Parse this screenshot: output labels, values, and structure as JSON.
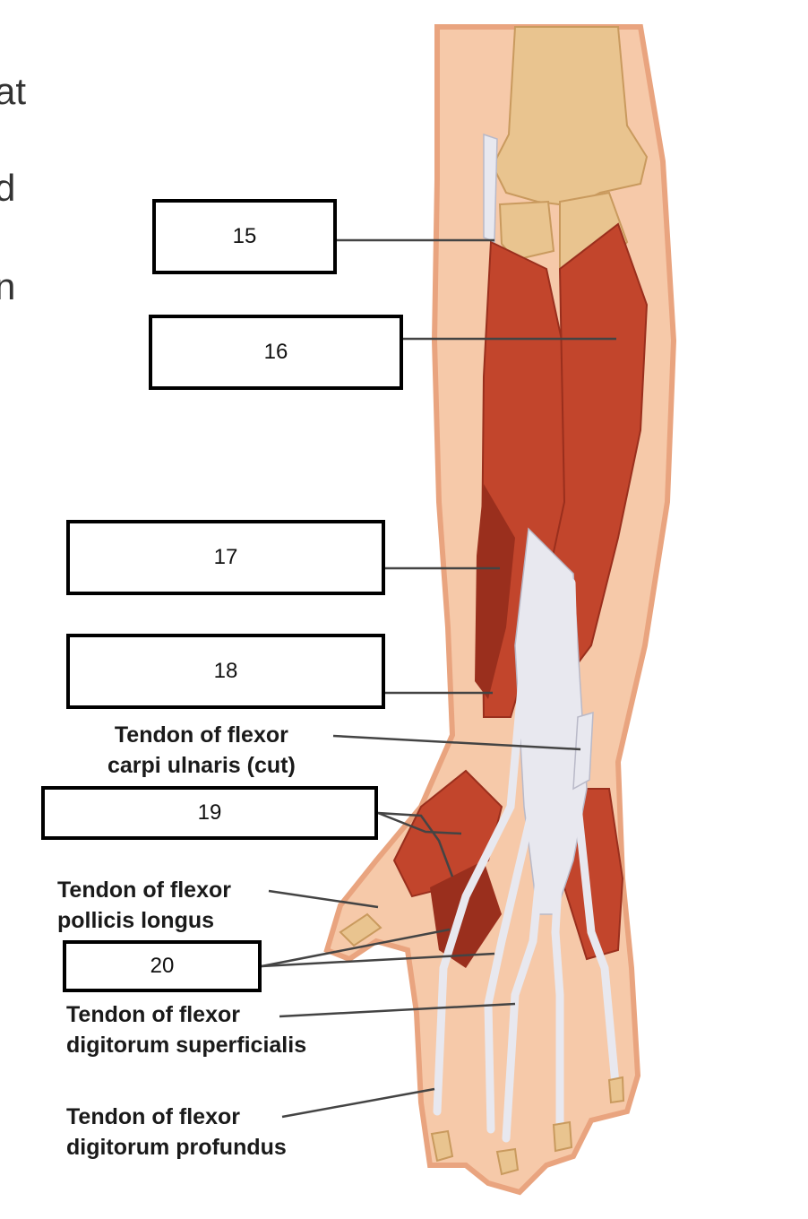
{
  "page_fragments": [
    "at",
    "d",
    "n"
  ],
  "label_boxes": [
    "15",
    "16",
    "17",
    "18",
    "19",
    "20"
  ],
  "callouts": {
    "fcu": [
      "Tendon of flexor",
      "carpi ulnaris (cut)"
    ],
    "fpl": [
      "Tendon of flexor",
      "pollicis longus"
    ],
    "fds": [
      "Tendon of flexor",
      "digitorum superficialis"
    ],
    "fdp": [
      "Tendon of flexor",
      "digitorum profundus"
    ]
  },
  "colors": {
    "skin": "#f6c9a9",
    "skin_edge": "#e9a47f",
    "muscle": "#c2452c",
    "muscle_dark": "#9a2f1d",
    "tendon": "#e8e8ef",
    "bone": "#e9c48f",
    "leader": "#444444"
  }
}
